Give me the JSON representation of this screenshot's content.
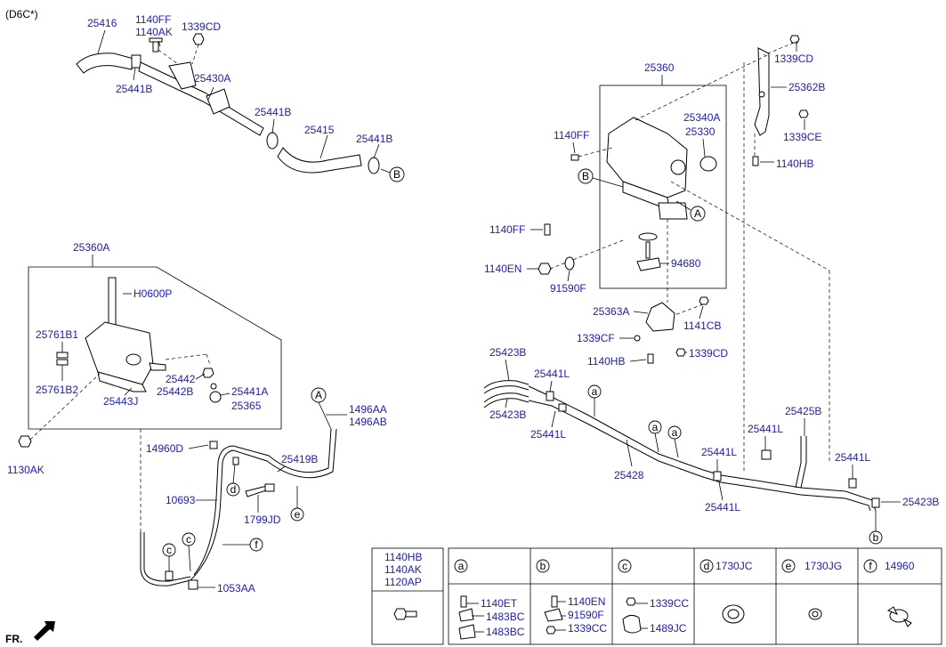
{
  "variant": "(D6C*)",
  "front_marker": "FR.",
  "callouts": {
    "p25416": "25416",
    "p1140FF_a": "1140FF",
    "p1140AK_a": "1140AK",
    "p1339CD_a": "1339CD",
    "p25441B_a": "25441B",
    "p25430A": "25430A",
    "p25441B_b": "25441B",
    "p25415": "25415",
    "p25441B_c": "25441B",
    "p25360A": "25360A",
    "pH0600P": "H0600P",
    "p25761B1": "25761B1",
    "p25761B2": "25761B2",
    "p25442": "25442",
    "p25442B": "25442B",
    "p25443J": "25443J",
    "p25441A": "25441A",
    "p25365": "25365",
    "p1130AK": "1130AK",
    "p1496AA": "1496AA",
    "p1496AB": "1496AB",
    "p14960D": "14960D",
    "p25419B": "25419B",
    "p10693": "10693",
    "p1799JD": "1799JD",
    "p1053AA": "1053AA",
    "p25360": "25360",
    "p1339CD_b": "1339CD",
    "p25362B": "25362B",
    "p25340A": "25340A",
    "p25330": "25330",
    "p1140FF_b": "1140FF",
    "p1339CE": "1339CE",
    "p1140HB_a": "1140HB",
    "p1140FF_c": "1140FF",
    "p1140EN_a": "1140EN",
    "p94680": "94680",
    "p91590F_a": "91590F",
    "p25363A": "25363A",
    "p1141CB": "1141CB",
    "p1339CF": "1339CF",
    "p1339CD_c": "1339CD",
    "p1140HB_b": "1140HB",
    "p25423B_a": "25423B",
    "p25441L_a": "25441L",
    "p25423B_b": "25423B",
    "p25441L_b": "25441L",
    "p25428": "25428",
    "p25425B": "25425B",
    "p25441L_c": "25441L",
    "p25441L_d": "25441L",
    "p25441L_e": "25441L",
    "p25441L_f": "25441L",
    "p25423B_c": "25423B"
  },
  "markers": {
    "A": "A",
    "B": "B",
    "a": "a",
    "b": "b",
    "c": "c",
    "d": "d",
    "e": "e",
    "f": "f"
  },
  "legend": {
    "bolt_codes": [
      "1140HB",
      "1140AK",
      "1120AP"
    ],
    "col_a": {
      "key": "a",
      "parts": [
        "1140ET",
        "1483BC",
        "1483BC"
      ]
    },
    "col_b": {
      "key": "b",
      "parts": [
        "1140EN",
        "91590F",
        "1339CC"
      ]
    },
    "col_c": {
      "key": "c",
      "parts": [
        "1339CC",
        "1489JC"
      ]
    },
    "col_d": {
      "key": "d",
      "part": "1730JC"
    },
    "col_e": {
      "key": "e",
      "part": "1730JG"
    },
    "col_f": {
      "key": "f",
      "part": "14960"
    }
  }
}
